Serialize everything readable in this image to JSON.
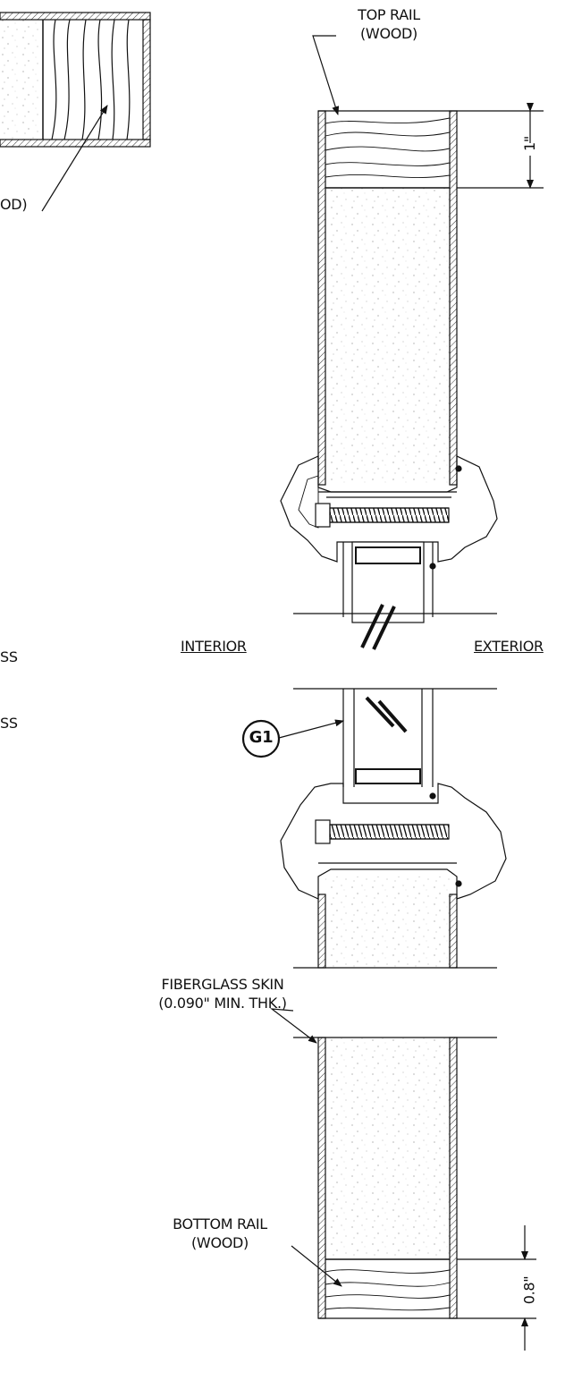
{
  "drawing": {
    "cut_left_label": "OD)",
    "cut_glass_1": "SS",
    "cut_glass_2": "SS",
    "top_rail": {
      "line1": "TOP RAIL",
      "line2": "(WOOD)"
    },
    "dim_top": "1\"",
    "interior": "INTERIOR",
    "exterior": "EXTERIOR",
    "glazing_tag": "G1",
    "skin": {
      "line1": "FIBERGLASS SKIN",
      "line2": "(0.090\" MIN. THK.)"
    },
    "bottom_rail": {
      "line1": "BOTTOM RAIL",
      "line2": "(WOOD)"
    },
    "dim_bottom": "0.8\""
  }
}
